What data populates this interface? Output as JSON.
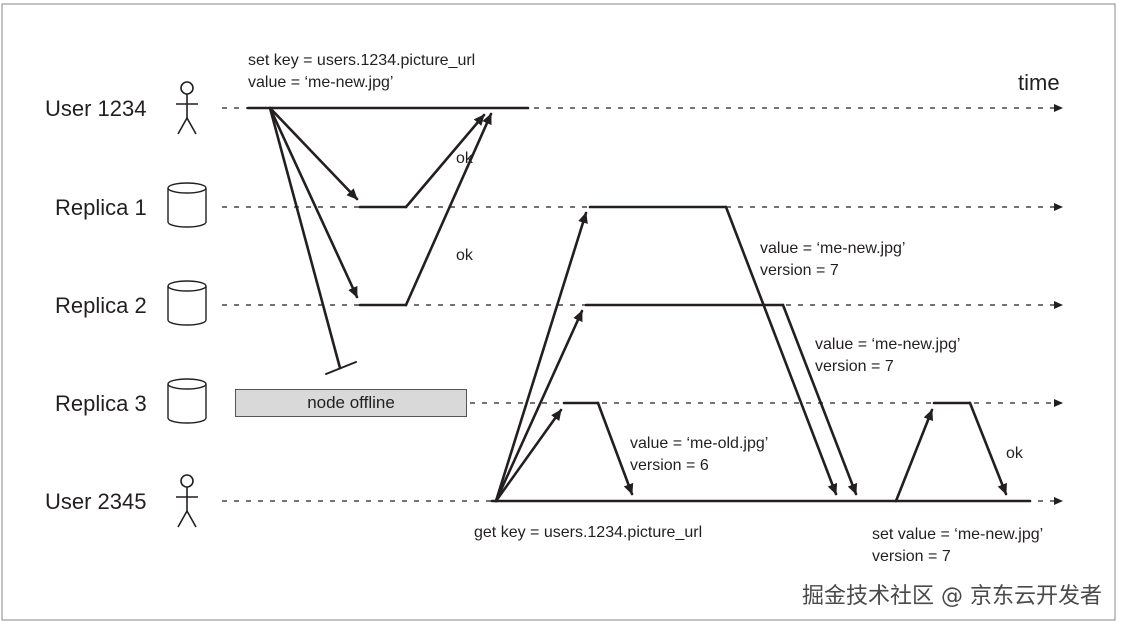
{
  "time_label": "time",
  "rows": {
    "user1234": "User 1234",
    "replica1": "Replica 1",
    "replica2": "Replica 2",
    "replica3": "Replica 3",
    "user2345": "User 2345"
  },
  "write_request": {
    "line1": "set key = users.1234.picture_url",
    "line2": "value = ‘me-new.jpg’"
  },
  "acks": {
    "ok_replica1": "ok",
    "ok_replica2": "ok",
    "ok_repair": "ok"
  },
  "node_offline": "node offline",
  "read_request": "get key = users.1234.picture_url",
  "responses": {
    "replica1": {
      "line1": "value = ‘me-new.jpg’",
      "line2": "version = 7"
    },
    "replica2": {
      "line1": "value = ‘me-new.jpg’",
      "line2": "version = 7"
    },
    "replica3": {
      "line1": "value = ‘me-old.jpg’",
      "line2": "version = 6"
    }
  },
  "repair_request": {
    "line1": "set value = ‘me-new.jpg’",
    "line2": "version = 7"
  },
  "watermark": "掘金技术社区 @ 京东云开发者"
}
